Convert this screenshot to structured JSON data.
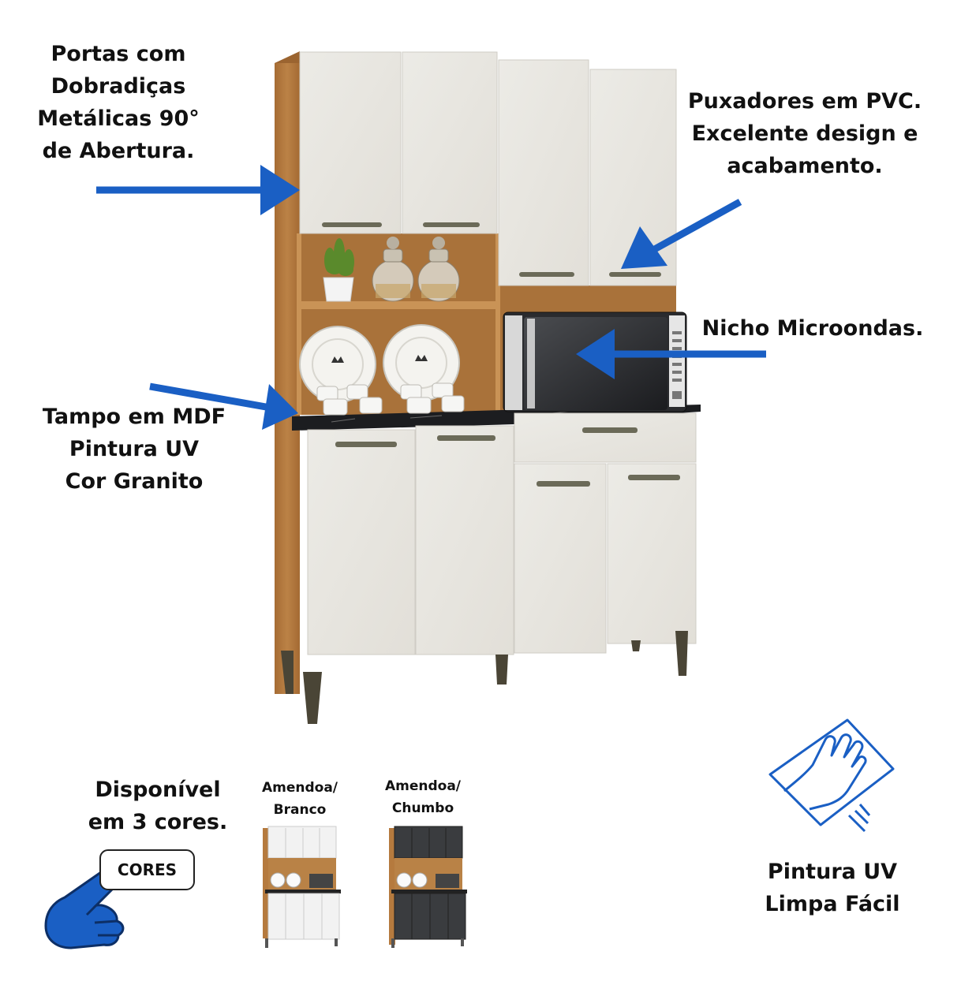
{
  "labels": {
    "portas": [
      "Portas com",
      "Dobradiças",
      "Metálicas 90°",
      "de Abertura."
    ],
    "puxadores": [
      "Puxadores em PVC.",
      "Excelente design e",
      "acabamento."
    ],
    "nicho": "Nicho Microondas.",
    "tampo": [
      "Tampo em MDF",
      "Pintura UV",
      "Cor Granito"
    ],
    "disponivel": [
      "Disponível",
      "em 3 cores."
    ],
    "pintura": [
      "Pintura UV",
      "Limpa Fácil"
    ]
  },
  "cores_button": "CORES",
  "variants": [
    {
      "name": [
        "Amendoa/",
        "Branco"
      ],
      "door_color": "#f2f2f2"
    },
    {
      "name": [
        "Amendoa/",
        "Chumbo"
      ],
      "door_color": "#3a3c3f"
    }
  ],
  "colors": {
    "arrow": "#1a5fc4",
    "wood": "#b57a3e",
    "door_main": "#e9e6e0",
    "handle": "#6b6a58",
    "countertop": "#1c1d20",
    "legs": "#4a4536"
  },
  "icons": [
    "arrow-icon",
    "pointing-hand-icon",
    "cleaning-hand-icon",
    "microwave-icon",
    "plant-icon",
    "jar-icon",
    "plate-icon",
    "cup-icon"
  ]
}
